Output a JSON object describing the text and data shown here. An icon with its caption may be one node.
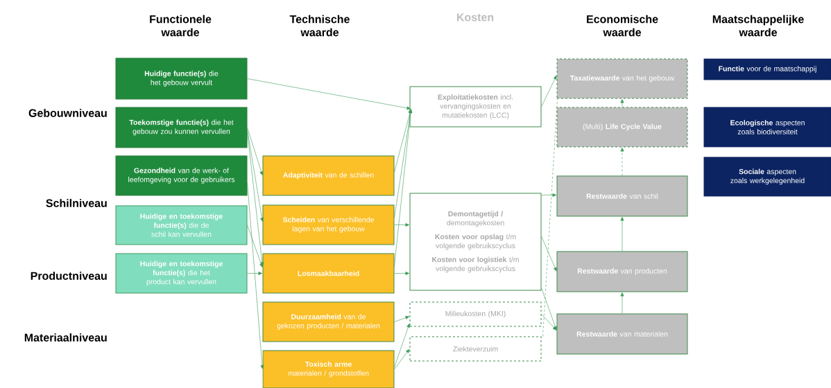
{
  "diagram": {
    "nodes": [
      {
        "text": [
          "**Huidige functie(s)** die het gebouw vervult"
        ]
      },
      {
        "text": [
          "**Toekomstige functie(s)** die het gebouw zou kunnen vervullen"
        ]
      },
      {
        "text": [
          "**Gezondheid** van de werk- of leefomgeving voor de gebruikers"
        ]
      },
      {
        "text": [
          "**Huidige en toekomstige functie(s)** die de schil kan vervullen"
        ]
      },
      {
        "text": [
          "**Huidige en toekomstige functie(s)** die het product kan vervullen"
        ]
      },
      {
        "text": [
          "**Adaptiviteit** van de schillen"
        ]
      },
      {
        "text": [
          "**Scheiden** van verschillende lagen van het gebouw"
        ]
      },
      {
        "text": [
          "**Losmaakbaarheid**"
        ]
      },
      {
        "text": [
          "**Duurzaamheid** van de gekozen producten / materialen"
        ]
      },
      {
        "text": [
          "**Toxisch arme** materialen / grondstoffen"
        ]
      },
      {
        "text": [
          "**Exploitatiekosten** incl. vervangingskosten en mutatiekosten (LCC)"
        ]
      },
      {
        "text": [
          "**Demontagetijd /** demontagekosten",
          "**Kosten voor opslag** t/m volgende gebruikscyclus",
          "**Kosten voor logistiek** t/m volgende gebruikscyclus"
        ]
      },
      {
        "text": [
          "Milieukosten (MKI)"
        ]
      },
      {
        "text": [
          "Ziekteverzuim"
        ]
      },
      {
        "text": [
          "**Taxatiewaarde** van het gebouw"
        ]
      },
      {
        "text": [
          "(Multi) **Life Cycle Value**"
        ]
      },
      {
        "text": [
          "**Restwaarde** van schil"
        ]
      },
      {
        "text": [
          "**Restwaarde** van producten"
        ]
      },
      {
        "text": [
          "**Restwaarde** van materialen"
        ]
      },
      {
        "text": [
          "**Functie** voor de maatschappij"
        ]
      },
      {
        "text": [
          "**Ecologische** aspecten zoals biodiversiteit"
        ]
      },
      {
        "text": [
          "**Sociale** aspecten zoals werkgelegenheid"
        ]
      }
    ],
    "edges": [
      {
        "from": 0,
        "to": 10,
        "arrow": "to"
      },
      {
        "from": 1,
        "to": 5,
        "arrow": "to"
      },
      {
        "from": 1,
        "to": 6,
        "arrow": "to"
      },
      {
        "from": 1,
        "to": 7,
        "arrow": "to"
      },
      {
        "from": 2,
        "to": 9,
        "arrow": "to"
      },
      {
        "from": 3,
        "to": 7,
        "arrow": "to"
      },
      {
        "from": 4,
        "to": 7,
        "arrow": "to"
      },
      {
        "from": 5,
        "to": 10,
        "arrow": "to"
      },
      {
        "from": 6,
        "to": 10,
        "arrow": "to"
      },
      {
        "from": 7,
        "to": 10,
        "arrow": "to"
      },
      {
        "from": 6,
        "to": 11,
        "arrow": "to"
      },
      {
        "from": 7,
        "to": 11,
        "arrow": "to"
      },
      {
        "from": 8,
        "to": 12,
        "arrow": "to"
      },
      {
        "from": 9,
        "to": 12,
        "arrow": "to"
      },
      {
        "from": 9,
        "to": 13,
        "arrow": "to"
      },
      {
        "from": 10,
        "to": 14,
        "arrow": "to"
      },
      {
        "from": 11,
        "to": 16,
        "arrow": "to"
      },
      {
        "from": 11,
        "to": 17,
        "arrow": "to"
      },
      {
        "from": 11,
        "to": 18,
        "arrow": "to"
      },
      {
        "from": 12,
        "to": 18,
        "arrow": "to"
      },
      {
        "from": 18,
        "to": 17,
        "arrow": "to"
      },
      {
        "from": 17,
        "to": 16,
        "arrow": "to"
      },
      {
        "from": 16,
        "to": 15,
        "arrow": "to",
        "style": "dashed"
      },
      {
        "from": 15,
        "to": 14,
        "arrow": "to"
      },
      {
        "from": 13,
        "to": 14,
        "arrow": "none",
        "style": "dashed"
      }
    ],
    "labels": [
      "Functionele waarde",
      "Technische waarde",
      "Kosten",
      "Economische waarde",
      "Maatschappelijke waarde",
      "Gebouwniveau",
      "Schilniveau",
      "Productniveau",
      "Materiaalniveau"
    ]
  }
}
